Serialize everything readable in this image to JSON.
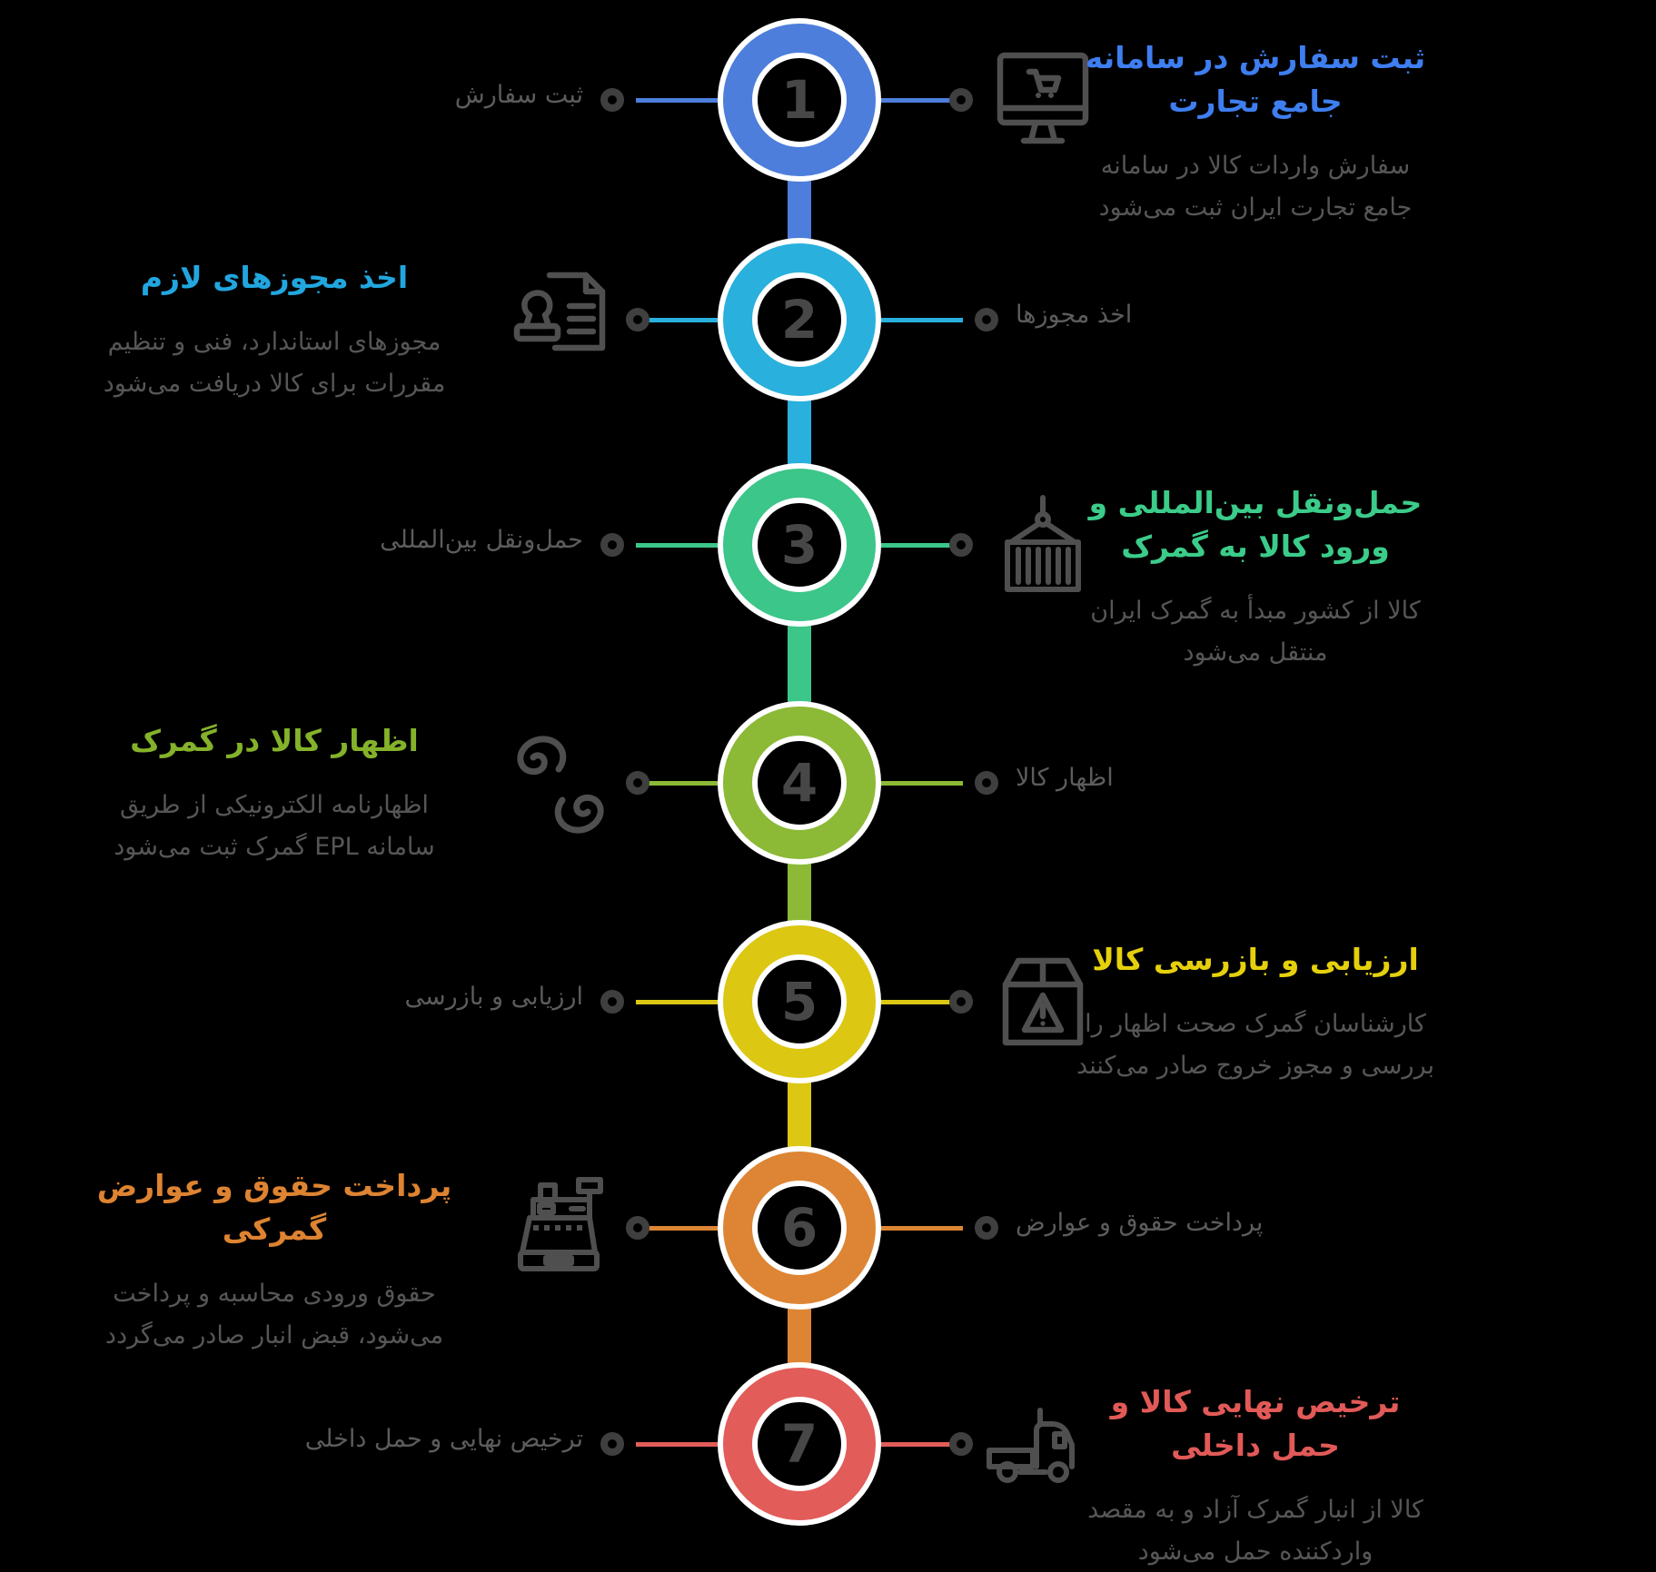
{
  "background_color": "#000000",
  "text_colors": {
    "side_label": "#5c5c5c",
    "description": "#565656",
    "step_number": "#474747",
    "icon_stroke": "#4f4f4f",
    "dot_stroke": "#3f3f3f"
  },
  "steps": [
    {
      "number": "1",
      "color": "#4d7edb",
      "title_color": "#3e7ef0",
      "title": "ثبت سفارش در سامانه جامع تجارت",
      "description": "سفارش واردات کالا در سامانه جامع تجارت ایران ثبت می‌شود",
      "label": "ثبت سفارش",
      "icon": "monitor-cart-icon"
    },
    {
      "number": "2",
      "color": "#29b0dd",
      "title_color": "#21a6df",
      "title": "اخذ مجوزهای لازم",
      "description": "مجوزهای استاندارد، فنی و تنظیم مقررات برای کالا دریافت می‌شود",
      "label": "اخذ مجوزها",
      "icon": "stamp-document-icon"
    },
    {
      "number": "3",
      "color": "#3cc689",
      "title_color": "#3bcc8a",
      "title": "حمل‌ونقل بین‌المللی و ورود کالا به گمرک",
      "description": "کالا از کشور مبدأ به گمرک ایران منتقل می‌شود",
      "label": "حمل‌ونقل بین‌المللی",
      "icon": "container-crane-icon"
    },
    {
      "number": "4",
      "color": "#8cb936",
      "title_color": "#84b22a",
      "title": "اظهار کالا در گمرک",
      "description": "اظهارنامه الکترونیکی از طریق سامانه EPL گمرک ثبت می‌شود",
      "label": "اظهار کالا",
      "icon": "swirl-icon"
    },
    {
      "number": "5",
      "color": "#dcc713",
      "title_color": "#e5d00c",
      "title": "ارزیابی و بازرسی کالا",
      "description": "کارشناسان گمرک صحت اظهار را بررسی و مجوز خروج صادر می‌کنند",
      "label": "ارزیابی و بازرسی",
      "icon": "box-warning-icon"
    },
    {
      "number": "6",
      "color": "#dd8534",
      "title_color": "#dd8331",
      "title": "پرداخت حقوق و عوارض گمرکی",
      "description": "حقوق ورودی محاسبه و پرداخت می‌شود، قبض انبار صادر می‌گردد",
      "label": "پرداخت حقوق و عوارض",
      "icon": "cash-register-icon"
    },
    {
      "number": "7",
      "color": "#e25c59",
      "title_color": "#e15a57",
      "title": "ترخیص نهایی کالا و حمل داخلی",
      "description": "کالا از انبار گمرک آزاد و به مقصد واردکننده حمل می‌شود",
      "label": "ترخیص نهایی و حمل داخلی",
      "icon": "truck-icon"
    }
  ]
}
